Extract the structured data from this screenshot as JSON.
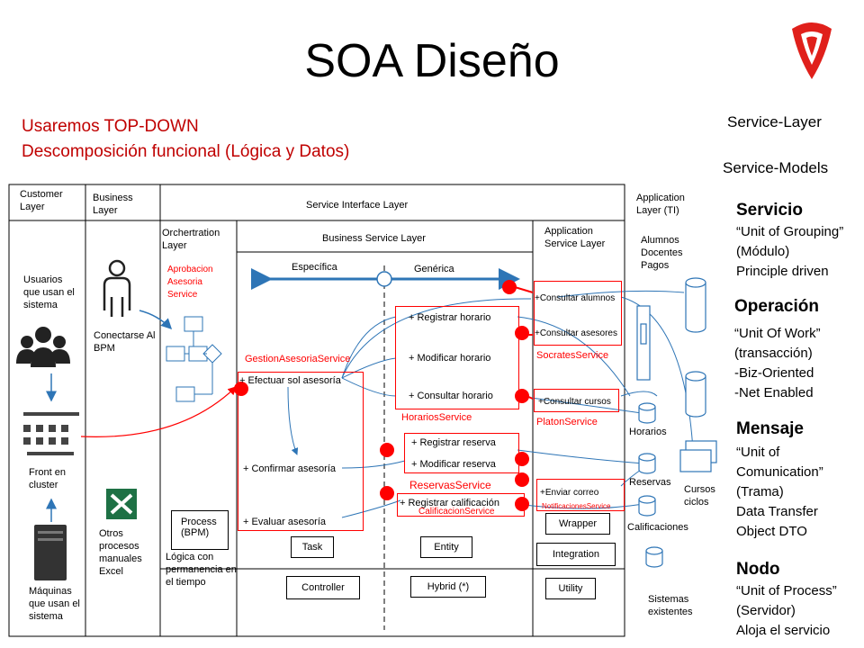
{
  "title": "SOA Diseño",
  "subtitle": {
    "line1": "Usaremos TOP-DOWN",
    "line2": "Descomposición funcional (Lógica y Datos)"
  },
  "right": {
    "service_layer": "Service-Layer",
    "service_models": "Service-Models",
    "servicio": {
      "title": "Servicio",
      "lines": [
        "“Unit of Grouping”",
        "(Módulo)",
        "Principle driven"
      ]
    },
    "operacion": {
      "title": "Operación",
      "lines": [
        "“Unit Of Work”",
        "(transacción)",
        "-Biz-Oriented",
        "-Net Enabled"
      ]
    },
    "mensaje": {
      "title": "Mensaje",
      "lines": [
        "“Unit of",
        "Comunication”",
        "(Trama)",
        "Data Transfer",
        "Object DTO"
      ]
    },
    "nodo": {
      "title": "Nodo",
      "lines": [
        "“Unit of Process”",
        "(Servidor)",
        "Aloja el servicio"
      ]
    }
  },
  "diagram": {
    "customer_layer": "Customer Layer",
    "business_layer": "Business Layer",
    "service_interface_layer": "Service Interface Layer",
    "application_layer": "Application Layer (TI)",
    "orchestration_layer": "Orchertration Layer",
    "business_service_layer": "Business Service Layer",
    "application_service_layer": "Application Service Layer",
    "usuarios": "Usuarios que usan el sistema",
    "conectarse": "Conectarse Al BPM",
    "front": "Front en cluster",
    "maquinas": "Máquinas que usan el sistema",
    "otros": "Otros procesos manuales Excel",
    "aprobacion": "Aprobacion Asesoria Service",
    "especifica": "Específica",
    "generica": "Genérica",
    "gestion": "GestionAsesoriaService",
    "efectuar": "+ Efectuar sol asesoría",
    "confirmar": "+ Confirmar asesoría",
    "evaluar": "+ Evaluar asesoría",
    "process_bpm": "Process (BPM)",
    "logica": "Lógica con permanencia en el tiempo",
    "registrar_horario": "+ Registrar horario",
    "modificar_horario": "+ Modificar horario",
    "consultar_horario": "+ Consultar horario",
    "horarios_service": "HorariosService",
    "registrar_reserva": "+ Registrar reserva",
    "modificar_reserva": "+ Modificar reserva",
    "reservas_service": "ReservasService",
    "registrar_calificacion": "+ Registrar calificación",
    "calificacion_service": "CalificacionService",
    "consultar_alumnos": "+Consultar alumnos",
    "consultar_asesores": "+Consultar asesores",
    "socrates_service": "SocratesService",
    "consultar_cursos": "+Consultar cursos",
    "platon_service": "PlatonService",
    "enviar_correo": "+Enviar correo",
    "notificaciones_service": "NotificacionesService",
    "wrapper": "Wrapper",
    "integration": "Integration",
    "utility": "Utility",
    "task": "Task",
    "entity": "Entity",
    "controller": "Controller",
    "hybrid": "Hybrid (*)",
    "alumnos": "Alumnos Docentes Pagos",
    "horarios": "Horarios",
    "reservas": "Reservas",
    "cursos": "Cursos ciclos",
    "calificaciones": "Calificaciones",
    "sistemas": "Sistemas existentes"
  },
  "colors": {
    "red": "#ff0000",
    "dark_red": "#c00000",
    "blue": "#2e75b6"
  }
}
